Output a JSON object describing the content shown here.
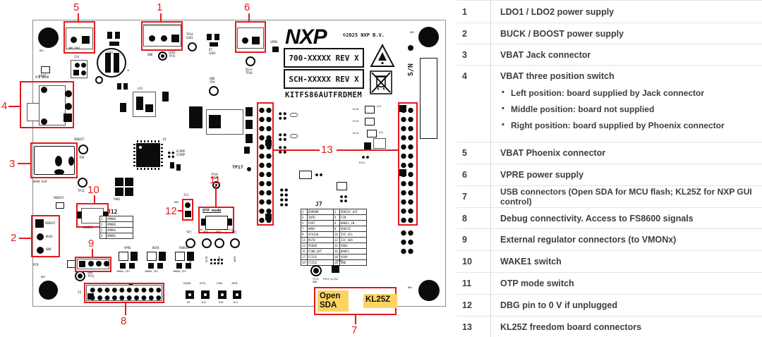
{
  "colors": {
    "callout_red": "#e3191d",
    "label_yellow": "#fcd462",
    "silk": "#161616",
    "legend_text": "#3d3d3d"
  },
  "callouts": [
    "1",
    "2",
    "3",
    "4",
    "5",
    "6",
    "7",
    "8",
    "9",
    "10",
    "11",
    "12",
    "13"
  ],
  "legend": {
    "items": [
      {
        "num": "1",
        "text": "LDO1 / LDO2 power supply"
      },
      {
        "num": "2",
        "text": "BUCK / BOOST power supply"
      },
      {
        "num": "3",
        "text": "VBAT Jack connector"
      },
      {
        "num": "4",
        "text": "VBAT three position switch",
        "bullets": [
          "Left position: board supplied by Jack connector",
          "Middle position: board not supplied",
          "Right position: board supplied by Phoenix connector"
        ]
      },
      {
        "num": "5",
        "text": "VBAT Phoenix connector"
      },
      {
        "num": "6",
        "text": "VPRE power supply"
      },
      {
        "num": "7",
        "text": "USB connectors (Open SDA for MCU flash; KL25Z for NXP GUI control)"
      },
      {
        "num": "8",
        "text": "Debug connectivity. Access to FS8600 signals"
      },
      {
        "num": "9",
        "text": "External regulator connectors (to VMONx)"
      },
      {
        "num": "10",
        "text": "WAKE1 switch"
      },
      {
        "num": "11",
        "text": "OTP mode switch"
      },
      {
        "num": "12",
        "text": "DBG pin to 0 V if unplugged"
      },
      {
        "num": "13",
        "text": "KL25Z freedom board connectors"
      }
    ]
  },
  "board": {
    "logo": "NXP",
    "copyright": "©2025 NXP B.V.",
    "rev_box1": "700-XXXXX REV X",
    "rev_box2": "SCH-XXXXX REV X",
    "kit_name": "KITFS86AUTFRDMEM",
    "sn_label": "S/N",
    "usb": {
      "open_sda": "Open SDA",
      "kl25z": "KL25Z"
    },
    "otp": {
      "title": "OTP mode",
      "on": "On",
      "off": "Off"
    },
    "labels": {
      "bh1": "BH1",
      "bh2": "BH2",
      "bh3": "BH3",
      "bh4": "BH4",
      "gnd_vbat": "GND VBAT",
      "gnd": "GND",
      "ldo2": "LDO2",
      "tp15": "LDO2\nTP15",
      "tp14": "TP14\nLDO1",
      "d7_ldo1": "D7\nLDO1",
      "gnd_tp9": "GND\nTP9",
      "vpre_tp16": "Vpre\nTP16",
      "vpre": "VPRE",
      "j14": "J14",
      "vbat": "VBAT",
      "pcb_hdr": "PCB HDXB",
      "hdr_klm": "HDXB KLM",
      "vboost_tp": "VBOOST",
      "tp8": "TP8",
      "tp12": "TP12",
      "vboost2": "VBOOST",
      "pin_vboost": "VBOOST",
      "pin_buck": "BUCK",
      "pin_gnd": "GND",
      "pcb": "PCB",
      "gnd_tp11": "GND\nTP11",
      "wake1": "WAKE1",
      "j2": "J2",
      "j12": "J12",
      "j13": "J13",
      "dbg": "DBG",
      "j7": "J7",
      "u1": "U1",
      "ecomp": "ECOMP\nCCOMP",
      "cnk1": "CNK1",
      "lp1": "LP1",
      "tp19": "TP19\nAMUX",
      "tp17": "TP17",
      "tp13": "TP13\nGND",
      "p3v3": "P3V3_KL25Z",
      "r166": "R166",
      "r116": "R116",
      "r115": "R115",
      "r114": "R114",
      "r121": "R121",
      "u13": "U13",
      "u11": "U11"
    },
    "tp_row": [
      "TP7",
      "TP1",
      "TP3",
      "TP5"
    ],
    "tp_row_sub": [
      "PGOOD",
      "RSTB",
      "FS0B",
      "INTB"
    ],
    "leds": {
      "names": [
        "PGOOD",
        "RSTb",
        "FS0b",
        "INTB"
      ],
      "refs": [
        "D9",
        "D12",
        "D10",
        "D11"
      ]
    },
    "reg": {
      "names": [
        "VPRE",
        "BUCK",
        "VBOOST"
      ],
      "subs": [
        "VMON1_SE2",
        "VMON2_SE2",
        "VMON3_SE2"
      ]
    },
    "j12_rows": [
      [
        "1",
        "VMON4_EXT"
      ],
      [
        "2",
        "VMON3_GA"
      ],
      [
        "3",
        "VMON2_GA"
      ],
      [
        "4",
        "VMON1_GA"
      ]
    ],
    "j7_rows": [
      [
        "1",
        "ERRORB",
        "2",
        "VDDI2C_EXT"
      ],
      [
        "3",
        "INTB",
        "4",
        "FIN"
      ],
      [
        "5",
        "FOUT",
        "6",
        "WAKE2_IN"
      ],
      [
        "7",
        "AMUX",
        "8",
        "VDDI2C"
      ],
      [
        "9",
        "XFAILB",
        "10",
        "I2C_SCL"
      ],
      [
        "11",
        "RSTB",
        "12",
        "I2C_SDA"
      ],
      [
        "13",
        "PGOOD",
        "14",
        "VBOS"
      ],
      [
        "15",
        "FS0B_OUT",
        "16",
        "WAKE1"
      ],
      [
        "17",
        "FCCU1",
        "18",
        "VSUP"
      ],
      [
        "19",
        "FCCU2",
        "20",
        "GND"
      ]
    ]
  }
}
